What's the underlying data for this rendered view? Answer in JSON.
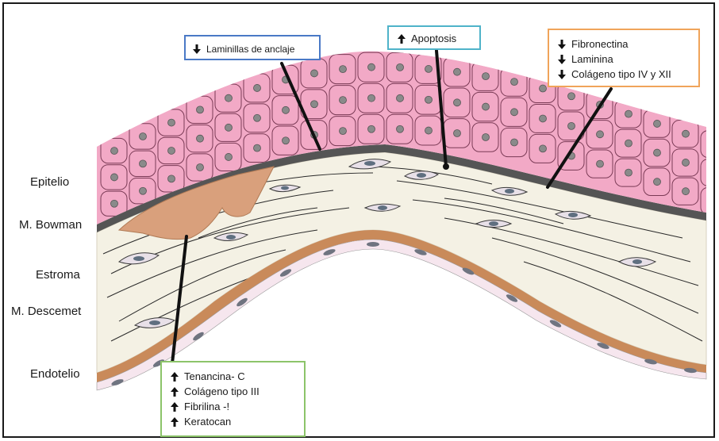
{
  "layer_labels": {
    "epitelio": "Epitelio",
    "bowman": "M. Bowman",
    "estroma": "Estroma",
    "descemet": "M. Descemet",
    "endotelio": "Endotelio"
  },
  "callouts": {
    "laminillas": {
      "direction": "down",
      "text": "Laminillas de anclaje",
      "border_color": "#4a79c6"
    },
    "apoptosis": {
      "direction": "up",
      "text": "Apoptosis",
      "border_color": "#4fb3c9"
    },
    "decrease": {
      "border_color": "#f0a45a",
      "items": [
        {
          "direction": "down",
          "text": "Fibronectina"
        },
        {
          "direction": "down",
          "text": "Laminina"
        },
        {
          "direction": "down",
          "text": "Colágeno tipo IV y XII"
        }
      ]
    },
    "increase": {
      "border_color": "#8cc46a",
      "items": [
        {
          "direction": "up",
          "text": "Tenancina- C"
        },
        {
          "direction": "up",
          "text": "Colágeno tipo III"
        },
        {
          "direction": "up",
          "text": "Fibrilina -!"
        },
        {
          "direction": "up",
          "text": "Keratocan"
        }
      ]
    }
  },
  "colors": {
    "epithelium_fill": "#f2a9c6",
    "epithelium_stroke": "#7a3a55",
    "nucleus": "#8a8a8a",
    "bowman": "#555555",
    "stroma": "#f4f1e4",
    "descemet": "#c98a5a",
    "endothelium": "#f6e6ee",
    "scar": "#d9a07c",
    "keratocyte": "#5f6f80"
  }
}
